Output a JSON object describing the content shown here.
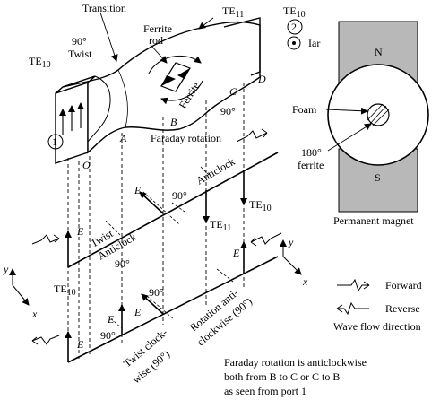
{
  "labels": {
    "transition": "Transition",
    "te11_top": "TE",
    "te11_top_sub": "11",
    "te10_right": "TE",
    "te10_right_sub": "10",
    "port2": "2",
    "iar": "Iar",
    "ferrite_rod_1": "Ferrite",
    "ferrite_rod_2": "rod",
    "twist_angle": "90°",
    "twist": "Twist",
    "te10_left": "TE",
    "te10_left_sub": "10",
    "ferrite": "Ferrite",
    "c_label": "C",
    "c_angle": "90°",
    "d_label": "D",
    "north": "N",
    "south": "S",
    "foam": "Foam",
    "ferrite180_1": "180°",
    "ferrite180_2": "ferrite",
    "permanent_magnet": "Permanent magnet",
    "port1": "1",
    "a_label": "A",
    "b_label": "B",
    "o_label": "O",
    "faraday_rotation": "Faraday rotation",
    "anticlock_upper": "Anticlock",
    "e_upper_mid": "E",
    "angle_90_upper": "90°",
    "te10_mid": "TE",
    "te10_mid_sub": "10",
    "te11_mid": "TE",
    "te11_mid_sub": "11",
    "e_left_upper": "E",
    "twist_mid": "Twist",
    "anticlock_mid": "Anticlock",
    "angle_90_twist": "90°",
    "y_upper": "y",
    "x_upper": "x",
    "te10_bottom": "TE",
    "te10_bottom_sub": "10",
    "e_right_lower": "E",
    "y_lower_right": "y",
    "x_lower_right": "x",
    "angle_90_lower": "90°",
    "e_lower_mid": "E",
    "e_lower_left_mid": "E",
    "angle_90_lower_left": "90°",
    "e_lower_left": "E",
    "rotation_anti_1": "Rotation anti-",
    "rotation_anti_2": "clockwise (90°)",
    "twist_clock_1": "Twist clock-",
    "twist_clock_2": "wise (90°)",
    "legend_forward": "Forward",
    "legend_reverse": "Reverse",
    "legend_title": "Wave flow direction",
    "note_1": "Faraday rotation is anticlockwise",
    "note_2": "both from B to C or C to B",
    "note_3": "as seen from port 1"
  }
}
